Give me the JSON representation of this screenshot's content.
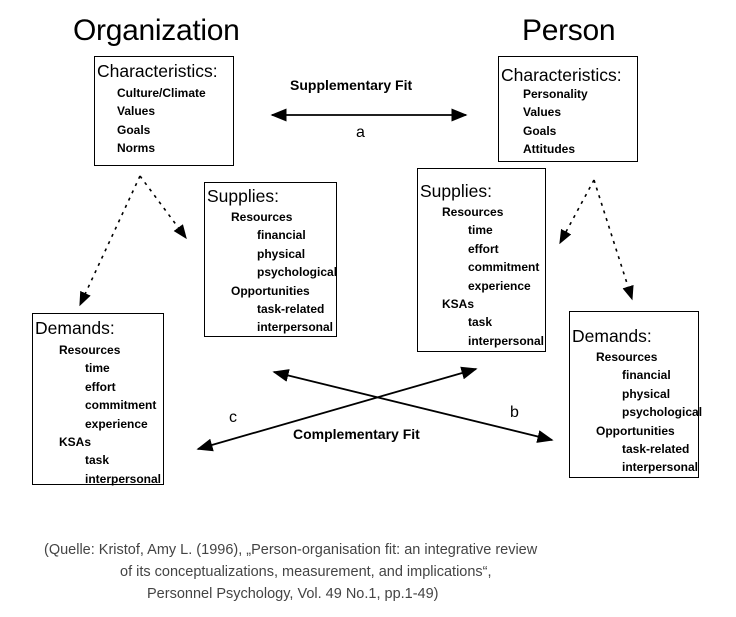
{
  "organization": {
    "heading": "Organization",
    "characteristics": {
      "title": "Characteristics:",
      "items": [
        "Culture/Climate",
        "Values",
        "Goals",
        "Norms"
      ]
    },
    "supplies": {
      "title": "Supplies:",
      "lines": [
        "Resources",
        "financial",
        "physical",
        "psychological",
        "Opportunities",
        "task-related",
        "interpersonal"
      ]
    },
    "demands": {
      "title": "Demands:",
      "lines": [
        "Resources",
        "time",
        "effort",
        "commitment",
        "experience",
        "KSAs",
        "task",
        "interpersonal"
      ]
    }
  },
  "person": {
    "heading": "Person",
    "characteristics": {
      "title": "Characteristics:",
      "items": [
        "Personality",
        "Values",
        "Goals",
        "Attitudes"
      ]
    },
    "supplies": {
      "title": "Supplies:",
      "lines": [
        "Resources",
        "time",
        "effort",
        "commitment",
        "experience",
        "KSAs",
        "task",
        "interpersonal"
      ]
    },
    "demands": {
      "title": "Demands:",
      "lines": [
        "Resources",
        "financial",
        "physical",
        "psychological",
        "Opportunities",
        "task-related",
        "interpersonal"
      ]
    }
  },
  "fits": {
    "supplementary": "Supplementary Fit",
    "complementary": "Complementary Fit",
    "label_a": "a",
    "label_b": "b",
    "label_c": "c"
  },
  "caption": {
    "line1": "(Quelle: Kristof, Amy L. (1996), „Person-organisation fit: an integrative review",
    "line2": "of its conceptualizations, measurement, and implications“,",
    "line3": "Personnel Psychology, Vol. 49 No.1, pp.1-49)"
  }
}
